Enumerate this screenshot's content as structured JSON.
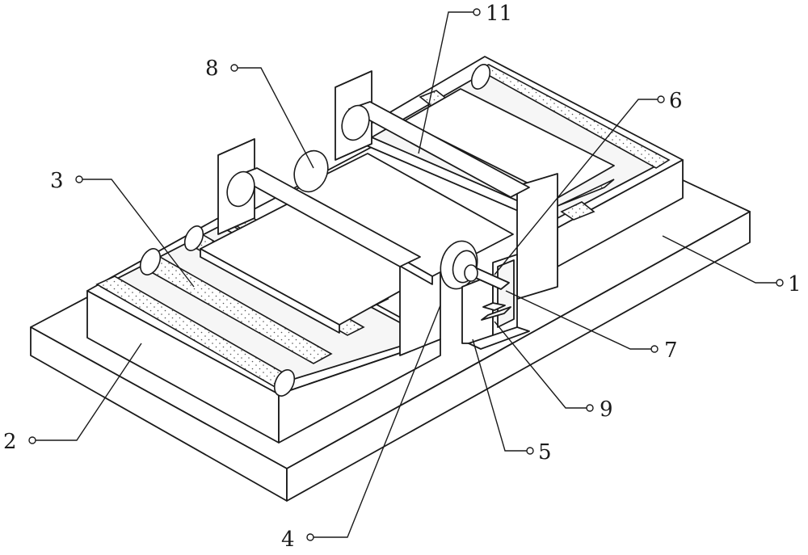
{
  "callouts": [
    {
      "id": "11",
      "label": "11"
    },
    {
      "id": "8",
      "label": "8"
    },
    {
      "id": "6",
      "label": "6"
    },
    {
      "id": "3",
      "label": "3"
    },
    {
      "id": "1",
      "label": "1"
    },
    {
      "id": "7",
      "label": "7"
    },
    {
      "id": "9",
      "label": "9"
    },
    {
      "id": "2",
      "label": "2"
    },
    {
      "id": "5",
      "label": "5"
    },
    {
      "id": "4",
      "label": "4"
    }
  ]
}
